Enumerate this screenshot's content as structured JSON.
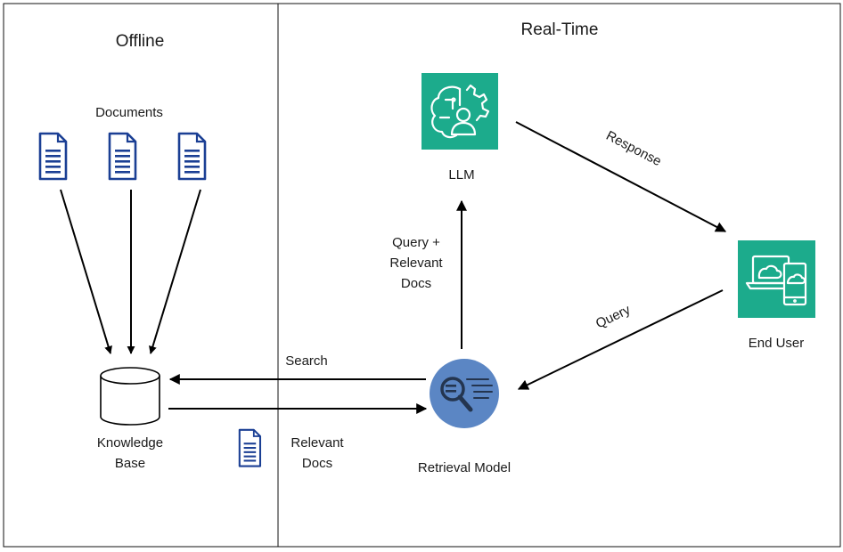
{
  "sections": {
    "offline": "Offline",
    "realtime": "Real-Time"
  },
  "labels": {
    "documents": "Documents",
    "kb_line1": "Knowledge",
    "kb_line2": "Base",
    "llm": "LLM",
    "end_user": "End User",
    "retrieval_model": "Retrieval Model"
  },
  "edges": {
    "response": "Response",
    "query": "Query",
    "query_docs_line1": "Query +",
    "query_docs_line2": "Relevant",
    "query_docs_line3": "Docs",
    "search": "Search",
    "relevant_docs_line1": "Relevant",
    "relevant_docs_line2": "Docs"
  },
  "colors": {
    "doc_icon": "#1b3f94",
    "aws_green": "#1cab8c",
    "retrieval_blue": "#5b86c4",
    "retrieval_dark": "#24354f",
    "line": "#000000"
  },
  "icons": {
    "document": "document-icon",
    "database": "database-icon",
    "llm": "brain-gear-icon",
    "end_user": "devices-cloud-icon",
    "retrieval": "magnifier-list-icon"
  }
}
